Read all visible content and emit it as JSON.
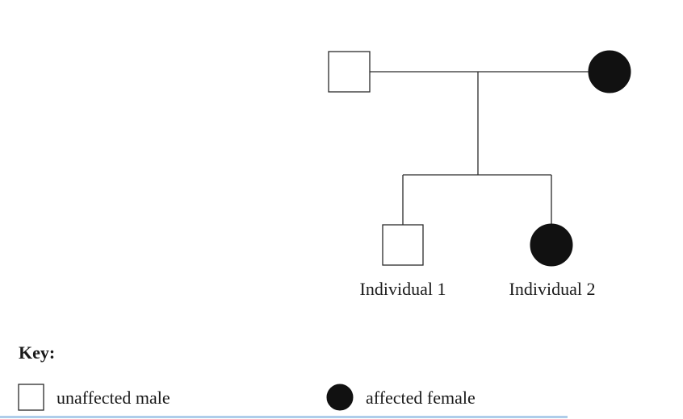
{
  "pedigree": {
    "individuals": [
      {
        "role": "father",
        "sex": "male",
        "affected": false,
        "label": ""
      },
      {
        "role": "mother",
        "sex": "female",
        "affected": true,
        "label": ""
      },
      {
        "role": "son",
        "sex": "male",
        "affected": false,
        "label": "Individual 1"
      },
      {
        "role": "daughter",
        "sex": "female",
        "affected": true,
        "label": "Individual 2"
      }
    ]
  },
  "key": {
    "title": "Key:",
    "unaffected_male": "unaffected male",
    "affected_female": "affected female"
  },
  "colors": {
    "line": "#2a2a2a",
    "affected_fill": "#111111",
    "bottom_rule": "#aecdea"
  }
}
